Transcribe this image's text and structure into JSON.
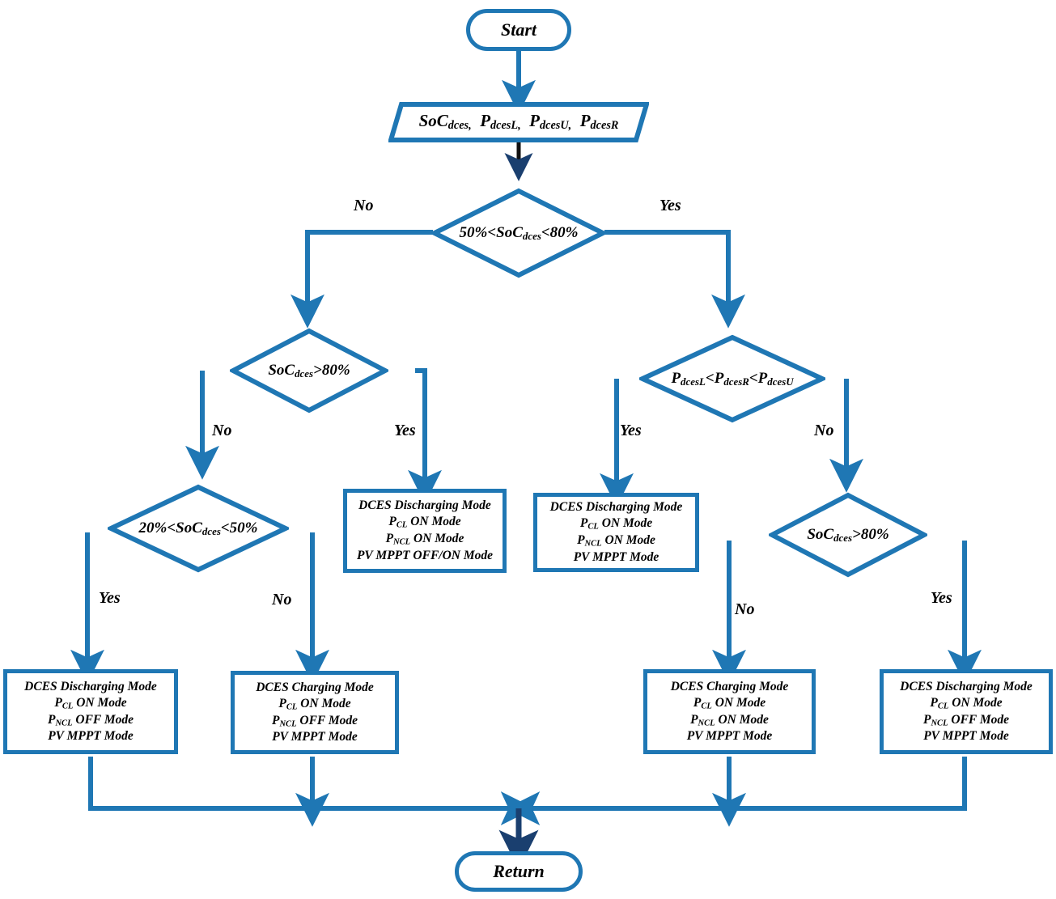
{
  "diagram": {
    "title": "DCES power-management decision flowchart",
    "accent_color": "#1f77b4",
    "dark_arrow_color": "#1a3f6f",
    "background": "#ffffff"
  },
  "nodes": {
    "start": {
      "label": "Start",
      "type": "terminal"
    },
    "input": {
      "label": "SoC dces , P dcesL , P dcesU , P dcesR",
      "type": "io"
    },
    "d1": {
      "label": "50%<SoC dces <80%",
      "type": "decision"
    },
    "d2_left": {
      "label": "SoC dces >80%",
      "type": "decision"
    },
    "d2_right": {
      "label": "P dcesL <P dcesR <P dcesU",
      "type": "decision"
    },
    "d3_left": {
      "label": "20%<SoC dces <50%",
      "type": "decision"
    },
    "d3_right": {
      "label": "SoC dces >80%",
      "type": "decision"
    },
    "p_mid_left": {
      "type": "process",
      "lines": [
        "DCES Discharging Mode",
        "P CL  ON Mode",
        "P NCL  ON Mode",
        "PV MPPT OFF/ON Mode"
      ]
    },
    "p_mid_right": {
      "type": "process",
      "lines": [
        "DCES Discharging Mode",
        "P CL  ON Mode",
        "P NCL  ON Mode",
        "PV MPPT Mode"
      ]
    },
    "p_b1": {
      "type": "process",
      "lines": [
        "DCES Discharging Mode",
        "P CL  ON Mode",
        "P NCL  OFF Mode",
        "PV MPPT Mode"
      ]
    },
    "p_b2": {
      "type": "process",
      "lines": [
        "DCES Charging Mode",
        "P CL  ON Mode",
        "P NCL  OFF Mode",
        "PV MPPT Mode"
      ]
    },
    "p_b3": {
      "type": "process",
      "lines": [
        "DCES Charging Mode",
        "P CL  ON Mode",
        "P NCL  ON Mode",
        "PV MPPT Mode"
      ]
    },
    "p_b4": {
      "type": "process",
      "lines": [
        "DCES Discharging Mode",
        "P CL  ON Mode",
        "P NCL  OFF Mode",
        "PV MPPT Mode"
      ]
    },
    "return": {
      "label": "Return",
      "type": "terminal"
    }
  },
  "edge_labels": {
    "d1_no": "No",
    "d1_yes": "Yes",
    "d2_left_no": "No",
    "d2_left_yes": "Yes",
    "d2_right_yes": "Yes",
    "d2_right_no": "No",
    "d3_left_yes": "Yes",
    "d3_left_no": "No",
    "d3_right_no": "No",
    "d3_right_yes": "Yes"
  }
}
